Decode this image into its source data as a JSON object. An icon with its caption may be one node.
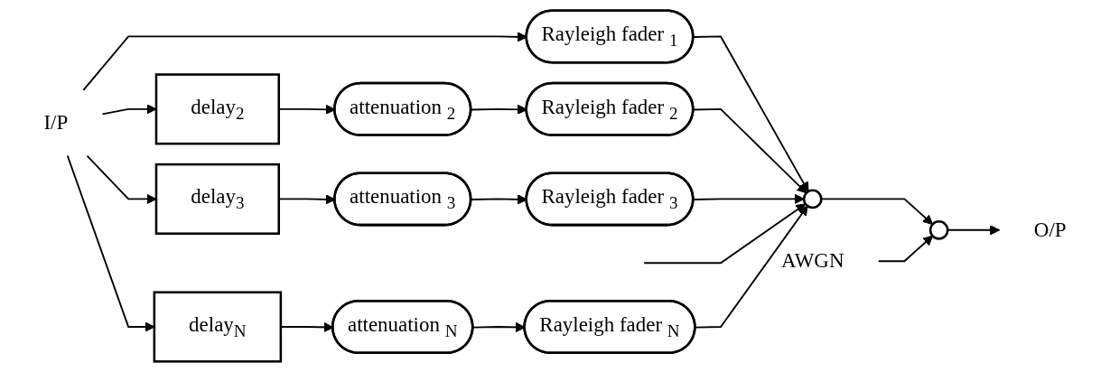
{
  "diagram": {
    "nodes": [
      {
        "text": [
          "I/P"
        ]
      },
      {
        "text": [
          "Rayleigh fader $_{1}$"
        ]
      },
      {
        "text": [
          "delay$_{2}$"
        ]
      },
      {
        "text": [
          "attenuation $_{2}$"
        ]
      },
      {
        "text": [
          "Rayleigh fader $_{2}$"
        ]
      },
      {
        "text": [
          "delay$_{3}$"
        ]
      },
      {
        "text": [
          "attenuation $_{3}$"
        ]
      },
      {
        "text": [
          "Rayleigh fader $_{3}$"
        ]
      },
      {
        "text": [
          "delay$_{N}$"
        ]
      },
      {
        "text": [
          "attenuation $_{N}$"
        ]
      },
      {
        "text": [
          "Rayleigh fader $_{N}$"
        ]
      },
      {
        "text": [],
        "shape": "circle"
      },
      {
        "text": [
          "AWGN"
        ]
      },
      {
        "text": [],
        "shape": "circle"
      },
      {
        "text": [
          "O/P"
        ]
      }
    ],
    "edges": [
      {
        "from": 0,
        "to": 1,
        "arrow": "to"
      },
      {
        "from": 0,
        "to": 2,
        "arrow": "to"
      },
      {
        "from": 0,
        "to": 5,
        "arrow": "to"
      },
      {
        "from": 0,
        "to": 8,
        "arrow": "to"
      },
      {
        "from": 2,
        "to": 3,
        "arrow": "to"
      },
      {
        "from": 3,
        "to": 4,
        "arrow": "to"
      },
      {
        "from": 5,
        "to": 6,
        "arrow": "to"
      },
      {
        "from": 6,
        "to": 7,
        "arrow": "to"
      },
      {
        "from": 8,
        "to": 9,
        "arrow": "to"
      },
      {
        "from": 9,
        "to": 10,
        "arrow": "to"
      },
      {
        "from": 1,
        "to": 11,
        "arrow": "to"
      },
      {
        "from": 4,
        "to": 11,
        "arrow": "to"
      },
      {
        "from": 7,
        "to": 11,
        "arrow": "to"
      },
      {
        "from": null,
        "to": 11,
        "arrow": "to"
      },
      {
        "from": 10,
        "to": 11,
        "arrow": "to"
      },
      {
        "from": 11,
        "to": 13,
        "arrow": "to"
      },
      {
        "from": 12,
        "to": 13,
        "arrow": "to"
      },
      {
        "from": 13,
        "to": 14,
        "arrow": "to"
      }
    ]
  }
}
